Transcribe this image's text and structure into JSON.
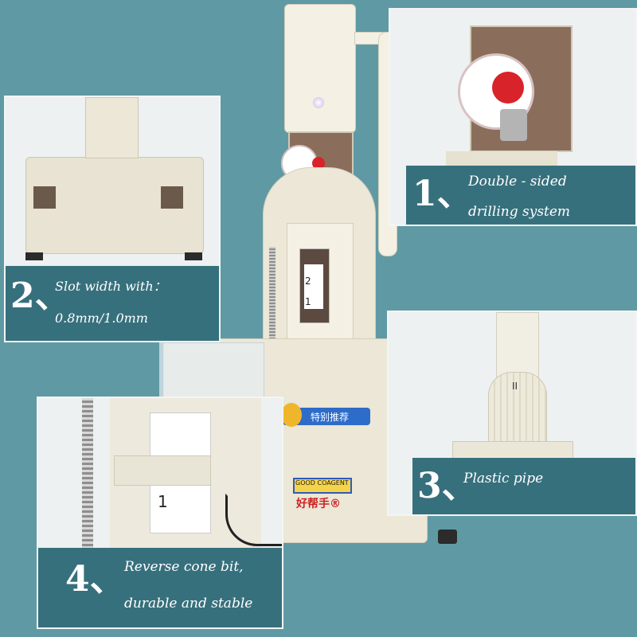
{
  "callouts": [
    {
      "number": "1、",
      "lines": [
        "Double - sided",
        "drilling system"
      ]
    },
    {
      "number": "2、",
      "lines": [
        "Slot width with：",
        "0.8mm/1.0mm"
      ]
    },
    {
      "number": "3、",
      "lines": [
        "Plastic pipe"
      ]
    },
    {
      "number": "4、",
      "lines": [
        "Reverse cone bit,",
        "durable and stable"
      ]
    }
  ],
  "labels": {
    "brand_badge": "GOOD COAGENT",
    "chinese_brand": "好帮手®",
    "tag_text": "特别推荐",
    "scale_2": "2",
    "scale_1": "1",
    "scale_II": "II"
  },
  "colors": {
    "background": "#5f9aa4",
    "caption": "#37707d",
    "machine": "#ece7d6"
  }
}
